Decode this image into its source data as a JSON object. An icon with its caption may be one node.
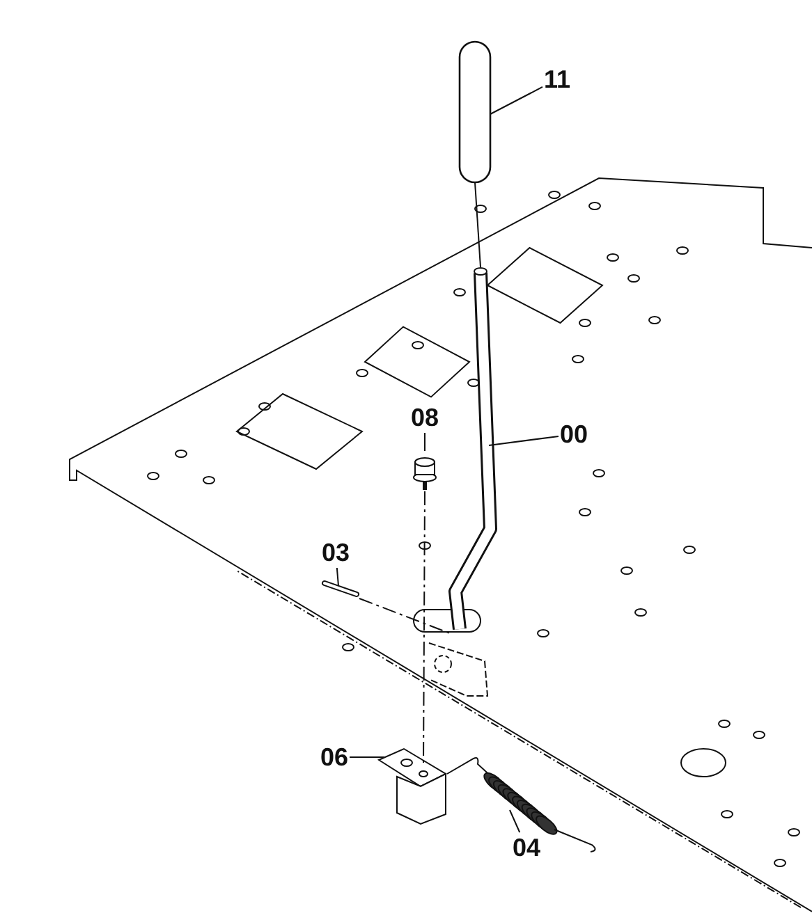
{
  "diagram": {
    "nodes": [
      {
        "text": [
          "11"
        ]
      },
      {
        "text": [],
        "shape": "box"
      },
      {
        "text": [
          "08"
        ]
      },
      {
        "text": [],
        "shape": "picture"
      },
      {
        "text": [
          "00"
        ]
      },
      {
        "text": [],
        "shape": "picture"
      },
      {
        "text": [
          "03"
        ]
      },
      {
        "text": [],
        "shape": "picture"
      },
      {
        "text": [
          "06"
        ]
      },
      {
        "text": [],
        "shape": "picture"
      },
      {
        "text": [
          "04"
        ]
      },
      {
        "text": [],
        "shape": "picture"
      }
    ],
    "edges": [
      {
        "from": 0,
        "to": 1,
        "arrow": "none"
      },
      {
        "from": 2,
        "to": 3,
        "arrow": "none"
      },
      {
        "from": 4,
        "to": 5,
        "arrow": "none"
      },
      {
        "from": 6,
        "to": 7,
        "arrow": "none"
      },
      {
        "from": 8,
        "to": 9,
        "arrow": "none"
      },
      {
        "from": 10,
        "to": 11,
        "arrow": "none"
      },
      {
        "from": 1,
        "to": 5,
        "arrow": "none"
      },
      {
        "from": 3,
        "to": 9,
        "arrow": "none",
        "style": "dashed"
      },
      {
        "from": 7,
        "to": 5,
        "arrow": "none",
        "style": "dashed"
      }
    ]
  }
}
